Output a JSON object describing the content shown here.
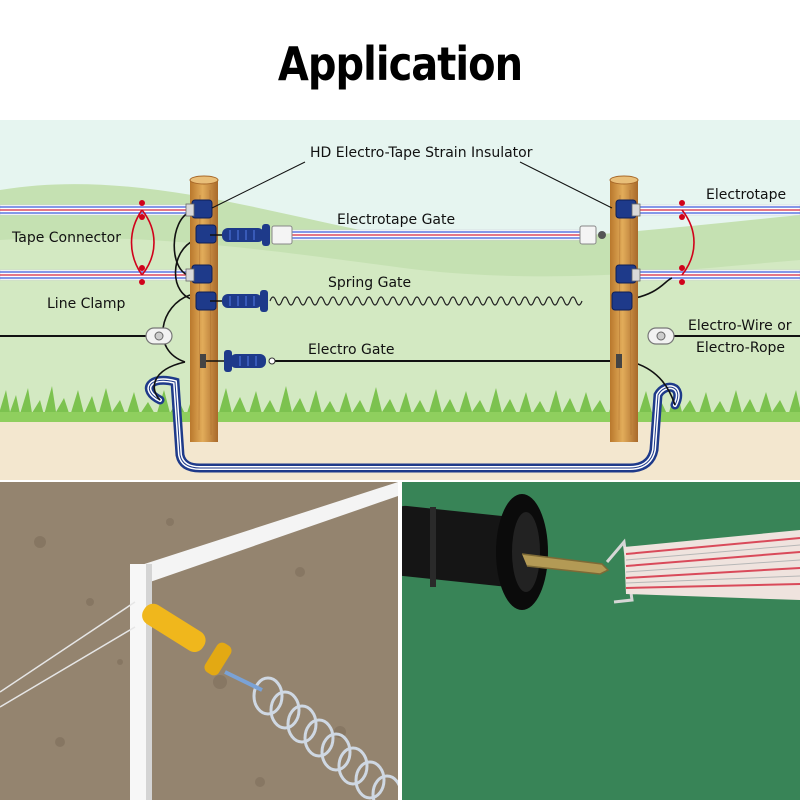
{
  "title": "Application",
  "labels": {
    "strain_insulator": "HD Electro-Tape Strain Insulator",
    "electrotape": "Electrotape",
    "tape_connector": "Tape Connector",
    "electrotape_gate": "Electrotape Gate",
    "spring_gate": "Spring Gate",
    "line_clamp": "Line Clamp",
    "electro_gate": "Electro Gate",
    "electro_wire_line1": "Electro-Wire or",
    "electro_wire_line2": "Electro-Rope"
  },
  "colors": {
    "sky": "#e4f4ef",
    "hill": "#bfdcae",
    "ground": "#f3e7cf",
    "post": "#d9a24f",
    "handle_blue": "#1e3a8a",
    "tape_red": "#d7263d",
    "tape_blue": "#3b5bdb",
    "connector_red": "#d0021b"
  }
}
